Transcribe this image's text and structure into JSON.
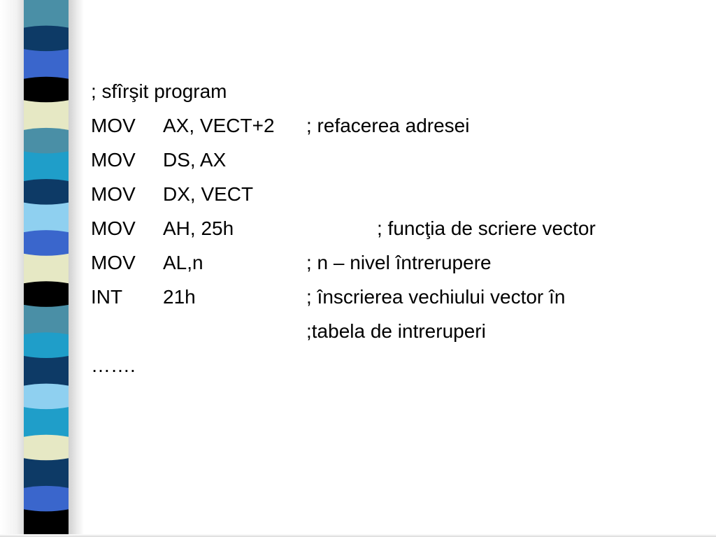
{
  "stripe": {
    "colors": [
      "#4a8fa6",
      "#0d3a66",
      "#3a66cc",
      "#000000",
      "#e6e8c4",
      "#4a8fa6",
      "#1f9ec9",
      "#0d3a66",
      "#8fd0f0",
      "#3a66cc",
      "#e6e8c4",
      "#000000",
      "#4a8fa6",
      "#1f9ec9",
      "#0d3a66",
      "#8fd0f0",
      "#1f9ec9",
      "#e6e8c4",
      "#0d3a66",
      "#3a66cc",
      "#000000"
    ]
  },
  "code": {
    "comment_top": "; sfîrşit program",
    "lines": [
      {
        "op": "MOV",
        "arg": "AX, VECT+2",
        "comment": "; refacerea adresei"
      },
      {
        "op": "MOV",
        "arg": "DS, AX",
        "comment": ""
      },
      {
        "op": "MOV",
        "arg": "DX, VECT",
        "comment": ""
      },
      {
        "op": "MOV",
        "arg": "AH, 25h",
        "comment": "; funcţia de scriere vector"
      },
      {
        "op": "MOV",
        "arg": "AL,n",
        "comment": "; n – nivel întrerupere"
      },
      {
        "op": "INT",
        "arg": "21h",
        "comment": "; înscrierea vechiului vector în"
      },
      {
        "op": "",
        "arg": "",
        "comment": ";tabela de intreruperi"
      }
    ],
    "ellipsis": "……."
  }
}
